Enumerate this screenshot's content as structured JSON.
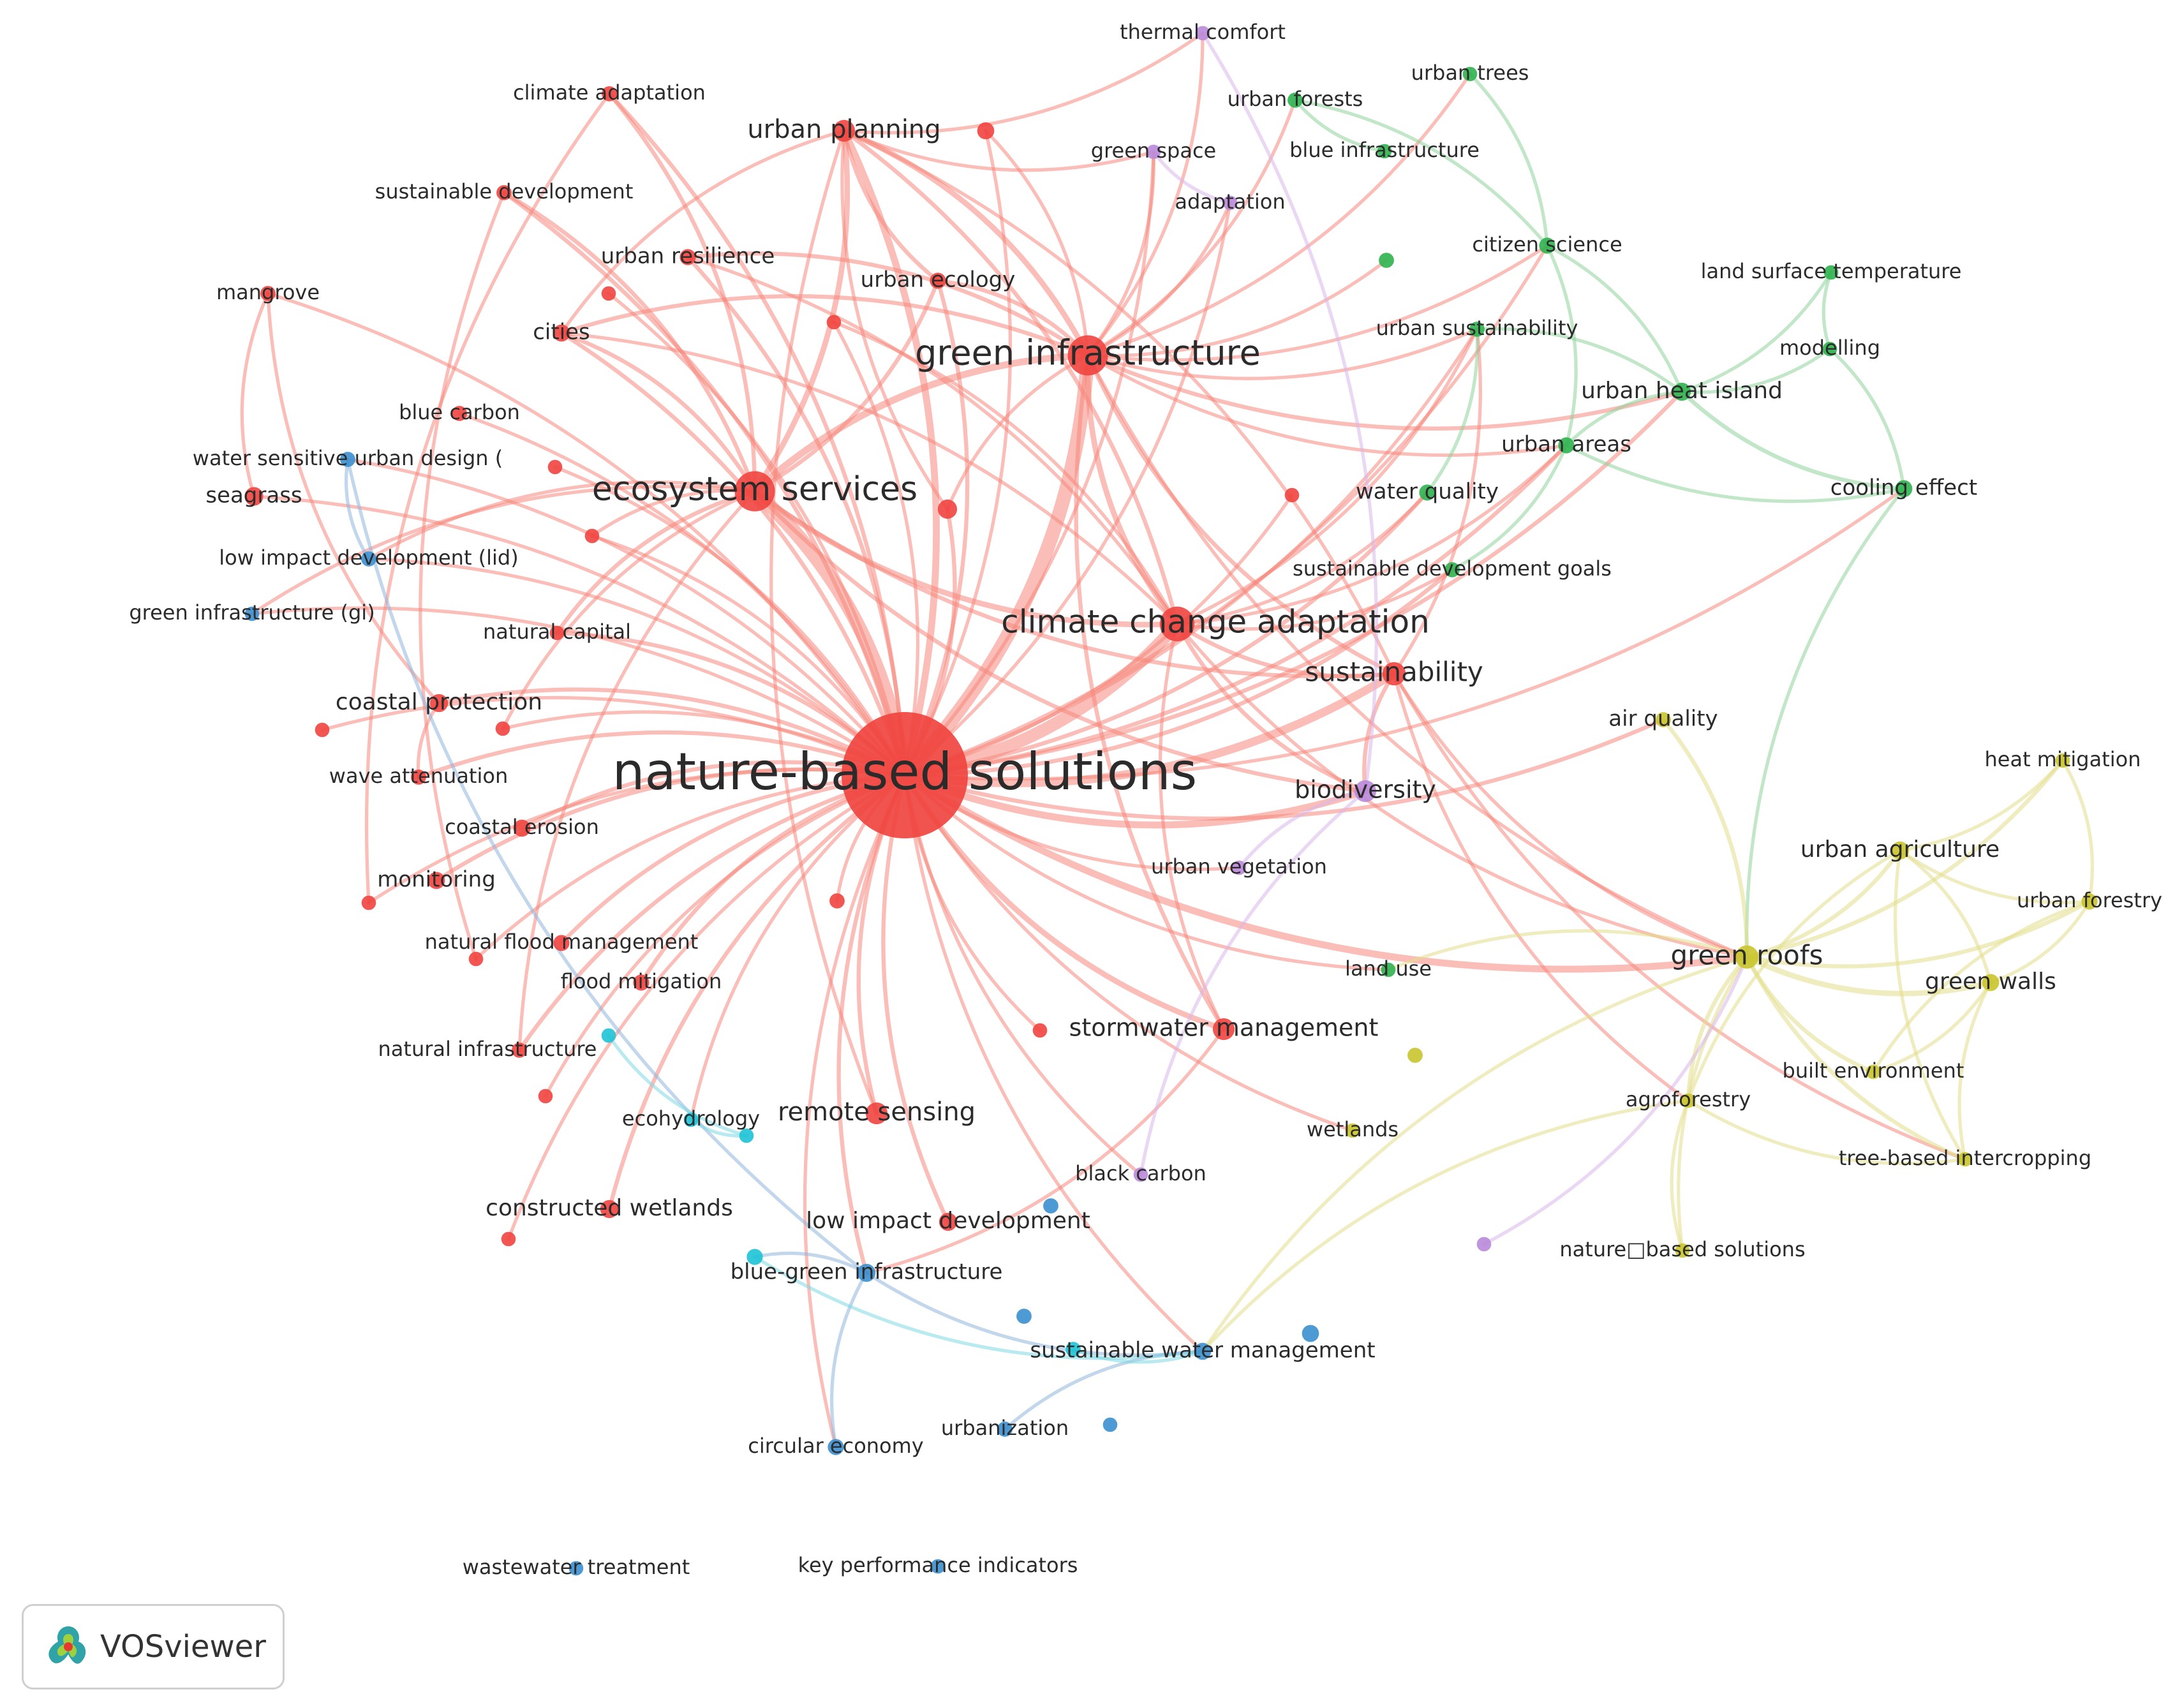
{
  "colors": {
    "red": "#f0443f",
    "green": "#2fb24e",
    "blue": "#3b8fcf",
    "yellow": "#c9c42c",
    "purple": "#b98ad9",
    "cyan": "#1ec3d6",
    "red_link": "#f5867c",
    "green_link": "#8fd49a",
    "blue_link": "#8fb5dc",
    "yellow_link": "#e2df8a",
    "purple_link": "#d8b6ea",
    "cyan_link": "#7fd9e4"
  },
  "branding": {
    "logo_text": "VOSviewer",
    "logo_icon": "vosviewer-logo-icon"
  },
  "nodes": [
    {
      "id": "nbs",
      "label": "nature-based solutions",
      "c": "red",
      "w": 10
    },
    {
      "id": "gi",
      "label": "green infrastructure",
      "c": "red",
      "w": 5
    },
    {
      "id": "es",
      "label": "ecosystem services",
      "c": "red",
      "w": 5
    },
    {
      "id": "cca",
      "label": "climate change adaptation",
      "c": "red",
      "w": 4.5
    },
    {
      "id": "sust",
      "label": "sustainability",
      "c": "red",
      "w": 3.2
    },
    {
      "id": "up",
      "label": "urban planning",
      "c": "red",
      "w": 3
    },
    {
      "id": "ca",
      "label": "climate adaptation",
      "c": "red",
      "w": 1.8
    },
    {
      "id": "sd",
      "label": "sustainable development",
      "c": "red",
      "w": 1.8
    },
    {
      "id": "ur",
      "label": "urban resilience",
      "c": "red",
      "w": 2
    },
    {
      "id": "ue",
      "label": "urban ecology",
      "c": "red",
      "w": 2
    },
    {
      "id": "cit",
      "label": "cities",
      "c": "red",
      "w": 2.2
    },
    {
      "id": "mang",
      "label": "mangrove",
      "c": "red",
      "w": 1.8
    },
    {
      "id": "bc",
      "label": "blue carbon",
      "c": "red",
      "w": 1.8
    },
    {
      "id": "sea",
      "label": "seagrass",
      "c": "red",
      "w": 2.5
    },
    {
      "id": "nc",
      "label": "natural capital",
      "c": "red",
      "w": 1.6
    },
    {
      "id": "cp",
      "label": "coastal protection",
      "c": "red",
      "w": 2.4
    },
    {
      "id": "wa",
      "label": "wave attenuation",
      "c": "red",
      "w": 1.8
    },
    {
      "id": "ce",
      "label": "coastal erosion",
      "c": "red",
      "w": 2.2
    },
    {
      "id": "mon",
      "label": "monitoring",
      "c": "red",
      "w": 2.2
    },
    {
      "id": "nfm",
      "label": "natural flood management",
      "c": "red",
      "w": 2
    },
    {
      "id": "fm",
      "label": "flood mitigation",
      "c": "red",
      "w": 2
    },
    {
      "id": "ni",
      "label": "natural infrastructure",
      "c": "red",
      "w": 1.8
    },
    {
      "id": "sm",
      "label": "stormwater management",
      "c": "red",
      "w": 3
    },
    {
      "id": "rs",
      "label": "remote sensing",
      "c": "red",
      "w": 3
    },
    {
      "id": "cw",
      "label": "constructed wetlands",
      "c": "red",
      "w": 2.4
    },
    {
      "id": "lid2",
      "label": "low impact development",
      "c": "red",
      "w": 2.4
    },
    {
      "id": "r1",
      "label": "",
      "c": "red",
      "w": 2.2
    },
    {
      "id": "r2",
      "label": "",
      "c": "red",
      "w": 1.6
    },
    {
      "id": "r3",
      "label": "",
      "c": "red",
      "w": 1.6
    },
    {
      "id": "r4",
      "label": "",
      "c": "red",
      "w": 1.6
    },
    {
      "id": "r5",
      "label": "",
      "c": "red",
      "w": 2.6
    },
    {
      "id": "r6",
      "label": "",
      "c": "red",
      "w": 1.6
    },
    {
      "id": "r7",
      "label": "",
      "c": "red",
      "w": 1.6
    },
    {
      "id": "r8",
      "label": "",
      "c": "red",
      "w": 1.6
    },
    {
      "id": "r9",
      "label": "",
      "c": "red",
      "w": 1.6
    },
    {
      "id": "r10",
      "label": "",
      "c": "red",
      "w": 1.6
    },
    {
      "id": "r11",
      "label": "",
      "c": "red",
      "w": 1.6
    },
    {
      "id": "r12",
      "label": "",
      "c": "red",
      "w": 1.6
    },
    {
      "id": "r13",
      "label": "",
      "c": "red",
      "w": 1.6
    },
    {
      "id": "r14",
      "label": "",
      "c": "red",
      "w": 1.6
    },
    {
      "id": "r15",
      "label": "",
      "c": "red",
      "w": 1.8
    },
    {
      "id": "tc",
      "label": "thermal comfort",
      "c": "purple",
      "w": 1.6
    },
    {
      "id": "gs",
      "label": "green space",
      "c": "purple",
      "w": 1.6
    },
    {
      "id": "adp",
      "label": "adaptation",
      "c": "purple",
      "w": 1.6
    },
    {
      "id": "bio",
      "label": "biodiversity",
      "c": "purple",
      "w": 3
    },
    {
      "id": "uv",
      "label": "urban vegetation",
      "c": "purple",
      "w": 1.6
    },
    {
      "id": "blc",
      "label": "black carbon",
      "c": "purple",
      "w": 1.6
    },
    {
      "id": "p1",
      "label": "",
      "c": "purple",
      "w": 1.6
    },
    {
      "id": "ut",
      "label": "urban trees",
      "c": "green",
      "w": 1.6
    },
    {
      "id": "uf",
      "label": "urban forests",
      "c": "green",
      "w": 1.8
    },
    {
      "id": "bi",
      "label": "blue infrastructure",
      "c": "green",
      "w": 1.6
    },
    {
      "id": "cs",
      "label": "citizen science",
      "c": "green",
      "w": 2
    },
    {
      "id": "lst",
      "label": "land surface temperature",
      "c": "green",
      "w": 1.6
    },
    {
      "id": "mod",
      "label": "modelling",
      "c": "green",
      "w": 1.6
    },
    {
      "id": "us",
      "label": "urban sustainability",
      "c": "green",
      "w": 1.8
    },
    {
      "id": "uhi",
      "label": "urban heat island",
      "c": "green",
      "w": 2.4
    },
    {
      "id": "ua",
      "label": "urban areas",
      "c": "green",
      "w": 2
    },
    {
      "id": "coo",
      "label": "cooling effect",
      "c": "green",
      "w": 2.2
    },
    {
      "id": "wq",
      "label": "water quality",
      "c": "green",
      "w": 2
    },
    {
      "id": "sdg",
      "label": "sustainable development goals",
      "c": "green",
      "w": 1.8
    },
    {
      "id": "lu",
      "label": "land use",
      "c": "green",
      "w": 1.6
    },
    {
      "id": "g1",
      "label": "",
      "c": "green",
      "w": 1.8
    },
    {
      "id": "wsud",
      "label": "water sensitive urban design (",
      "c": "blue",
      "w": 1.8
    },
    {
      "id": "lidb",
      "label": "low impact development (lid)",
      "c": "blue",
      "w": 1.8
    },
    {
      "id": "gigi",
      "label": "green infrastructure (gi)",
      "c": "blue",
      "w": 1.6
    },
    {
      "id": "bgi",
      "label": "blue-green infrastructure",
      "c": "blue",
      "w": 2.4
    },
    {
      "id": "swm",
      "label": "sustainable water management",
      "c": "blue",
      "w": 2.2
    },
    {
      "id": "cec",
      "label": "circular economy",
      "c": "blue",
      "w": 2
    },
    {
      "id": "urb",
      "label": "urbanization",
      "c": "blue",
      "w": 1.8
    },
    {
      "id": "wwt",
      "label": "wastewater treatment",
      "c": "blue",
      "w": 1.6
    },
    {
      "id": "kpi",
      "label": "key performance indicators",
      "c": "blue",
      "w": 1.6
    },
    {
      "id": "b1",
      "label": "",
      "c": "blue",
      "w": 1.8
    },
    {
      "id": "b2",
      "label": "",
      "c": "blue",
      "w": 1.8
    },
    {
      "id": "b3",
      "label": "",
      "c": "blue",
      "w": 2.2
    },
    {
      "id": "b4",
      "label": "",
      "c": "blue",
      "w": 1.6
    },
    {
      "id": "ecoh",
      "label": "ecohydrology",
      "c": "cyan",
      "w": 1.6
    },
    {
      "id": "cy1",
      "label": "",
      "c": "cyan",
      "w": 1.6
    },
    {
      "id": "cy2",
      "label": "",
      "c": "cyan",
      "w": 1.6
    },
    {
      "id": "cy3",
      "label": "",
      "c": "cyan",
      "w": 2
    },
    {
      "id": "cy4",
      "label": "",
      "c": "cyan",
      "w": 1.8
    },
    {
      "id": "aq",
      "label": "air quality",
      "c": "yellow",
      "w": 1.8
    },
    {
      "id": "hm",
      "label": "heat mitigation",
      "c": "yellow",
      "w": 1.6
    },
    {
      "id": "uag",
      "label": "urban agriculture",
      "c": "yellow",
      "w": 2.4
    },
    {
      "id": "ufor",
      "label": "urban forestry",
      "c": "yellow",
      "w": 2
    },
    {
      "id": "gr",
      "label": "green roofs",
      "c": "yellow",
      "w": 3.2
    },
    {
      "id": "gw",
      "label": "green walls",
      "c": "yellow",
      "w": 2.2
    },
    {
      "id": "be",
      "label": "built environment",
      "c": "yellow",
      "w": 1.6
    },
    {
      "id": "af",
      "label": "agroforestry",
      "c": "yellow",
      "w": 1.6
    },
    {
      "id": "tbi",
      "label": "tree-based intercropping",
      "c": "yellow",
      "w": 1.6
    },
    {
      "id": "nbs2",
      "label": "nature□based solutions",
      "c": "yellow",
      "w": 1.6
    },
    {
      "id": "wet",
      "label": "wetlands",
      "c": "yellow",
      "w": 1.6
    },
    {
      "id": "y1",
      "label": "",
      "c": "yellow",
      "w": 1.8
    }
  ],
  "links": [
    [
      "nbs",
      "gi",
      9
    ],
    [
      "nbs",
      "es",
      9
    ],
    [
      "nbs",
      "cca",
      8
    ],
    [
      "nbs",
      "sust",
      5
    ],
    [
      "nbs",
      "up",
      4
    ],
    [
      "nbs",
      "bio",
      4
    ],
    [
      "nbs",
      "ur",
      2
    ],
    [
      "nbs",
      "ue",
      2
    ],
    [
      "nbs",
      "cit",
      2
    ],
    [
      "nbs",
      "sd",
      2
    ],
    [
      "nbs",
      "ca",
      2
    ],
    [
      "nbs",
      "mang",
      1.5
    ],
    [
      "nbs",
      "bc",
      1.5
    ],
    [
      "nbs",
      "sea",
      1.5
    ],
    [
      "nbs",
      "nc",
      2
    ],
    [
      "nbs",
      "cp",
      2
    ],
    [
      "nbs",
      "wa",
      2
    ],
    [
      "nbs",
      "ce",
      2
    ],
    [
      "nbs",
      "mon",
      2
    ],
    [
      "nbs",
      "nfm",
      2
    ],
    [
      "nbs",
      "fm",
      2
    ],
    [
      "nbs",
      "ni",
      2
    ],
    [
      "nbs",
      "sm",
      3
    ],
    [
      "nbs",
      "rs",
      2
    ],
    [
      "nbs",
      "cw",
      2
    ],
    [
      "nbs",
      "lid2",
      2
    ],
    [
      "nbs",
      "r1",
      1.5
    ],
    [
      "nbs",
      "r2",
      1.5
    ],
    [
      "nbs",
      "r3",
      1.5
    ],
    [
      "nbs",
      "r4",
      1.5
    ],
    [
      "nbs",
      "r5",
      2
    ],
    [
      "nbs",
      "r6",
      1.5
    ],
    [
      "nbs",
      "r7",
      1.5
    ],
    [
      "nbs",
      "r8",
      1.5
    ],
    [
      "nbs",
      "r9",
      1.5
    ],
    [
      "nbs",
      "r10",
      1.5
    ],
    [
      "nbs",
      "r11",
      1.5
    ],
    [
      "nbs",
      "r12",
      1.5
    ],
    [
      "nbs",
      "r13",
      1.5
    ],
    [
      "nbs",
      "r14",
      1.5
    ],
    [
      "nbs",
      "r15",
      1.5
    ],
    [
      "nbs",
      "gr",
      4
    ],
    [
      "nbs",
      "uv",
      1.5
    ],
    [
      "nbs",
      "blc",
      1.5
    ],
    [
      "nbs",
      "bgi",
      2
    ],
    [
      "nbs",
      "swm",
      1.5
    ],
    [
      "nbs",
      "cec",
      1.5
    ],
    [
      "nbs",
      "wsud",
      1.5
    ],
    [
      "nbs",
      "lidb",
      1.5
    ],
    [
      "nbs",
      "gigi",
      1.5
    ],
    [
      "nbs",
      "uhi",
      2
    ],
    [
      "nbs",
      "ua",
      2
    ],
    [
      "nbs",
      "wq",
      2
    ],
    [
      "nbs",
      "sdg",
      2
    ],
    [
      "nbs",
      "aq",
      2
    ],
    [
      "nbs",
      "wet",
      1.5
    ],
    [
      "nbs",
      "lu",
      1.5
    ],
    [
      "nbs",
      "ecoh",
      1.5
    ],
    [
      "nbs",
      "us",
      1.5
    ],
    [
      "nbs",
      "cs",
      1.5
    ],
    [
      "nbs",
      "coo",
      1.5
    ],
    [
      "nbs",
      "adp",
      1.5
    ],
    [
      "nbs",
      "gs",
      1.5
    ],
    [
      "gi",
      "es",
      4
    ],
    [
      "gi",
      "cca",
      3
    ],
    [
      "gi",
      "up",
      3
    ],
    [
      "gi",
      "ue",
      2
    ],
    [
      "gi",
      "ur",
      2
    ],
    [
      "gi",
      "cit",
      2
    ],
    [
      "gi",
      "sust",
      2
    ],
    [
      "gi",
      "sm",
      2
    ],
    [
      "gi",
      "r5",
      1.5
    ],
    [
      "gi",
      "uhi",
      2
    ],
    [
      "gi",
      "ua",
      1.5
    ],
    [
      "gi",
      "us",
      1.5
    ],
    [
      "gi",
      "cs",
      1.5
    ],
    [
      "gi",
      "g1",
      1.5
    ],
    [
      "gi",
      "gs",
      1.5
    ],
    [
      "gi",
      "adp",
      1.5
    ],
    [
      "gi",
      "tc",
      1.5
    ],
    [
      "gi",
      "r1",
      1.5
    ],
    [
      "gi",
      "gr",
      1.5
    ],
    [
      "gi",
      "uf",
      1.5
    ],
    [
      "gi",
      "ut",
      1.5
    ],
    [
      "es",
      "cca",
      3
    ],
    [
      "es",
      "up",
      3
    ],
    [
      "es",
      "ue",
      2
    ],
    [
      "es",
      "sust",
      2
    ],
    [
      "es",
      "bio",
      2
    ],
    [
      "es",
      "nc",
      2
    ],
    [
      "es",
      "ca",
      2
    ],
    [
      "es",
      "sd",
      2
    ],
    [
      "es",
      "cit",
      2
    ],
    [
      "es",
      "r6",
      1.5
    ],
    [
      "es",
      "r7",
      1.5
    ],
    [
      "es",
      "lidb",
      1.5
    ],
    [
      "es",
      "gigi",
      1.5
    ],
    [
      "es",
      "ni",
      1.5
    ],
    [
      "cca",
      "sust",
      2
    ],
    [
      "cca",
      "up",
      2
    ],
    [
      "cca",
      "sm",
      1.5
    ],
    [
      "cca",
      "bio",
      2
    ],
    [
      "cca",
      "wq",
      1.5
    ],
    [
      "cca",
      "ua",
      1.5
    ],
    [
      "cca",
      "us",
      1.5
    ],
    [
      "cca",
      "sdg",
      1.5
    ],
    [
      "cca",
      "cit",
      1.5
    ],
    [
      "cca",
      "ur",
      1.5
    ],
    [
      "cca",
      "r3",
      1.5
    ],
    [
      "cca",
      "gr",
      1.5
    ],
    [
      "sust",
      "bio",
      2
    ],
    [
      "sust",
      "gr",
      1.5
    ],
    [
      "sust",
      "tbi",
      1.5
    ],
    [
      "sust",
      "af",
      1.5
    ],
    [
      "sust",
      "up",
      1.5
    ],
    [
      "sust",
      "us",
      1.5
    ],
    [
      "up",
      "ue",
      2
    ],
    [
      "up",
      "cit",
      1.5
    ],
    [
      "up",
      "r5",
      1.5
    ],
    [
      "up",
      "gs",
      1.5
    ],
    [
      "up",
      "tc",
      1.5
    ],
    [
      "up",
      "rs",
      1.5
    ],
    [
      "mang",
      "sea",
      1.5
    ],
    [
      "mang",
      "cp",
      1.5
    ],
    [
      "cp",
      "wa",
      1.5
    ],
    [
      "ca",
      "r9",
      1.5
    ],
    [
      "sd",
      "r10",
      1.5
    ],
    [
      "uhi",
      "coo",
      2
    ],
    [
      "uhi",
      "mod",
      1.5
    ],
    [
      "uhi",
      "ua",
      1.5
    ],
    [
      "uhi",
      "us",
      1.5
    ],
    [
      "uhi",
      "cs",
      1.5
    ],
    [
      "uhi",
      "lst",
      1.5
    ],
    [
      "coo",
      "mod",
      1.5
    ],
    [
      "coo",
      "gr",
      1.5
    ],
    [
      "ua",
      "cs",
      1.5
    ],
    [
      "cs",
      "ut",
      1.5
    ],
    [
      "cs",
      "uf",
      1.5
    ],
    [
      "lst",
      "mod",
      1.5
    ],
    [
      "ua",
      "coo",
      1.5
    ],
    [
      "wq",
      "us",
      1.5
    ],
    [
      "sdg",
      "ua",
      1.5
    ],
    [
      "uf",
      "bi",
      1.5
    ],
    [
      "gr",
      "gw",
      3
    ],
    [
      "gr",
      "uag",
      2
    ],
    [
      "gr",
      "ufor",
      2
    ],
    [
      "gr",
      "be",
      2
    ],
    [
      "gr",
      "af",
      2
    ],
    [
      "gr",
      "tbi",
      2
    ],
    [
      "gr",
      "hm",
      2
    ],
    [
      "gr",
      "aq",
      2
    ],
    [
      "gr",
      "lu",
      1.5
    ],
    [
      "gr",
      "nbs2",
      1.5
    ],
    [
      "gr",
      "swm",
      1.5
    ],
    [
      "gw",
      "uag",
      1.5
    ],
    [
      "gw",
      "ufor",
      1.5
    ],
    [
      "uag",
      "hm",
      1.5
    ],
    [
      "uag",
      "ufor",
      1.5
    ],
    [
      "ufor",
      "hm",
      1.5
    ],
    [
      "uag",
      "tbi",
      1.5
    ],
    [
      "ufor",
      "be",
      1.5
    ],
    [
      "gw",
      "tbi",
      1.5
    ],
    [
      "af",
      "tbi",
      1.5
    ],
    [
      "af",
      "nbs2",
      1.5
    ],
    [
      "af",
      "swm",
      1.5
    ],
    [
      "be",
      "gw",
      1.5
    ],
    [
      "uag",
      "af",
      1.5
    ],
    [
      "bgi",
      "swm",
      1.5
    ],
    [
      "bgi",
      "cec",
      1.5
    ],
    [
      "wsud",
      "lidb",
      1.5
    ],
    [
      "wsud",
      "bgi",
      1.5
    ],
    [
      "swm",
      "urb",
      1.5
    ],
    [
      "bgi",
      "cy3",
      1.5
    ],
    [
      "cy3",
      "swm",
      1.5
    ],
    [
      "ecoh",
      "cy2",
      1.5
    ],
    [
      "cy1",
      "cy2",
      1.5
    ],
    [
      "cy4",
      "swm",
      1.5
    ],
    [
      "bgi",
      "sm",
      1.5
    ],
    [
      "bio",
      "uv",
      1.5
    ],
    [
      "bio",
      "blc",
      1.5
    ],
    [
      "bio",
      "tc",
      1.5
    ],
    [
      "gs",
      "adp",
      1.5
    ],
    [
      "p1",
      "gr",
      1.5
    ]
  ]
}
